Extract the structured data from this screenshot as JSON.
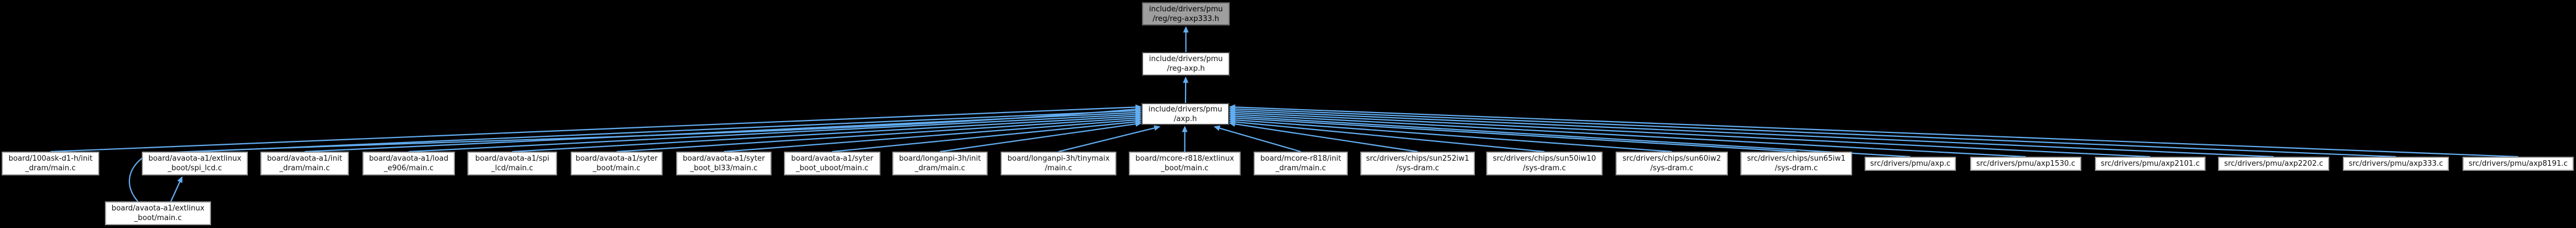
{
  "graph": {
    "colors": {
      "background": "#000000",
      "edge": "#63aef2",
      "node_fill": "#ffffff",
      "node_border": "#9b9b9b",
      "path_border": "#474747",
      "highlight_fill": "#9e9e9e",
      "highlight_border": "#5f5f5f",
      "text": "#111111"
    },
    "nodes": [
      {
        "id": "reg-axp333",
        "style": "root",
        "lines": [
          "include/drivers/pmu",
          "/reg/reg-axp333.h"
        ]
      },
      {
        "id": "reg-axp",
        "style": "path",
        "lines": [
          "include/drivers/pmu",
          "/reg-axp.h"
        ]
      },
      {
        "id": "axp",
        "style": "path",
        "lines": [
          "include/drivers/pmu",
          "/axp.h"
        ]
      },
      {
        "id": "b-100ask-init-dram",
        "style": "leaf",
        "lines": [
          "board/100ask-d1-h/init",
          "_dram/main.c"
        ]
      },
      {
        "id": "b-avaota-extlinux-spilcd",
        "style": "leaf",
        "lines": [
          "board/avaota-a1/extlinux",
          "_boot/spi_lcd.c"
        ]
      },
      {
        "id": "b-avaota-init-dram",
        "style": "leaf",
        "lines": [
          "board/avaota-a1/init",
          "_dram/main.c"
        ]
      },
      {
        "id": "b-avaota-load-e906",
        "style": "leaf",
        "lines": [
          "board/avaota-a1/load",
          "_e906/main.c"
        ]
      },
      {
        "id": "b-avaota-spi-lcd",
        "style": "leaf",
        "lines": [
          "board/avaota-a1/spi",
          "_lcd/main.c"
        ]
      },
      {
        "id": "b-avaota-syter-boot",
        "style": "leaf",
        "lines": [
          "board/avaota-a1/syter",
          "_boot/main.c"
        ]
      },
      {
        "id": "b-avaota-syter-bl33",
        "style": "leaf",
        "lines": [
          "board/avaota-a1/syter",
          "_boot_bl33/main.c"
        ]
      },
      {
        "id": "b-avaota-syter-uboot",
        "style": "leaf",
        "lines": [
          "board/avaota-a1/syter",
          "_boot_uboot/main.c"
        ]
      },
      {
        "id": "b-longanpi-init-dram",
        "style": "leaf",
        "lines": [
          "board/longanpi-3h/init",
          "_dram/main.c"
        ]
      },
      {
        "id": "b-longanpi-tinymaix",
        "style": "leaf",
        "lines": [
          "board/longanpi-3h/tinymaix",
          "/main.c"
        ]
      },
      {
        "id": "b-mcore-extlinux",
        "style": "leaf",
        "lines": [
          "board/mcore-r818/extlinux",
          "_boot/main.c"
        ]
      },
      {
        "id": "b-mcore-init-dram",
        "style": "leaf",
        "lines": [
          "board/mcore-r818/init",
          "_dram/main.c"
        ]
      },
      {
        "id": "c-sun252iw1",
        "style": "leaf",
        "lines": [
          "src/drivers/chips/sun252iw1",
          "/sys-dram.c"
        ]
      },
      {
        "id": "c-sun50iw10",
        "style": "leaf",
        "lines": [
          "src/drivers/chips/sun50iw10",
          "/sys-dram.c"
        ]
      },
      {
        "id": "c-sun60iw2",
        "style": "leaf",
        "lines": [
          "src/drivers/chips/sun60iw2",
          "/sys-dram.c"
        ]
      },
      {
        "id": "c-sun65iw1",
        "style": "leaf",
        "lines": [
          "src/drivers/chips/sun65iw1",
          "/sys-dram.c"
        ]
      },
      {
        "id": "p-axp",
        "style": "leaf",
        "lines": [
          "src/drivers/pmu/axp.c"
        ]
      },
      {
        "id": "p-axp1530",
        "style": "leaf",
        "lines": [
          "src/drivers/pmu/axp1530.c"
        ]
      },
      {
        "id": "p-axp2101",
        "style": "leaf",
        "lines": [
          "src/drivers/pmu/axp2101.c"
        ]
      },
      {
        "id": "p-axp2202",
        "style": "leaf",
        "lines": [
          "src/drivers/pmu/axp2202.c"
        ]
      },
      {
        "id": "p-axp333",
        "style": "leaf",
        "lines": [
          "src/drivers/pmu/axp333.c"
        ]
      },
      {
        "id": "p-axp8191",
        "style": "leaf",
        "lines": [
          "src/drivers/pmu/axp8191.c"
        ]
      },
      {
        "id": "b-avaota-extlinux-main",
        "style": "leaf",
        "lines": [
          "board/avaota-a1/extlinux",
          "_boot/main.c"
        ]
      }
    ],
    "edges": [
      {
        "from": "reg-axp",
        "to": "reg-axp333"
      },
      {
        "from": "axp",
        "to": "reg-axp"
      },
      {
        "from": "b-100ask-init-dram",
        "to": "axp"
      },
      {
        "from": "b-avaota-extlinux-spilcd",
        "to": "axp"
      },
      {
        "from": "b-avaota-init-dram",
        "to": "axp"
      },
      {
        "from": "b-avaota-load-e906",
        "to": "axp"
      },
      {
        "from": "b-avaota-spi-lcd",
        "to": "axp"
      },
      {
        "from": "b-avaota-syter-boot",
        "to": "axp"
      },
      {
        "from": "b-avaota-syter-bl33",
        "to": "axp"
      },
      {
        "from": "b-avaota-syter-uboot",
        "to": "axp"
      },
      {
        "from": "b-longanpi-init-dram",
        "to": "axp"
      },
      {
        "from": "b-longanpi-tinymaix",
        "to": "axp"
      },
      {
        "from": "b-mcore-extlinux",
        "to": "axp"
      },
      {
        "from": "b-mcore-init-dram",
        "to": "axp"
      },
      {
        "from": "c-sun252iw1",
        "to": "axp"
      },
      {
        "from": "c-sun50iw10",
        "to": "axp"
      },
      {
        "from": "c-sun60iw2",
        "to": "axp"
      },
      {
        "from": "c-sun65iw1",
        "to": "axp"
      },
      {
        "from": "p-axp",
        "to": "axp"
      },
      {
        "from": "p-axp1530",
        "to": "axp"
      },
      {
        "from": "p-axp2101",
        "to": "axp"
      },
      {
        "from": "p-axp2202",
        "to": "axp"
      },
      {
        "from": "p-axp333",
        "to": "axp"
      },
      {
        "from": "p-axp8191",
        "to": "axp"
      },
      {
        "from": "b-avaota-extlinux-main",
        "to": "axp"
      },
      {
        "from": "b-avaota-extlinux-main",
        "to": "b-avaota-extlinux-spilcd"
      }
    ]
  }
}
